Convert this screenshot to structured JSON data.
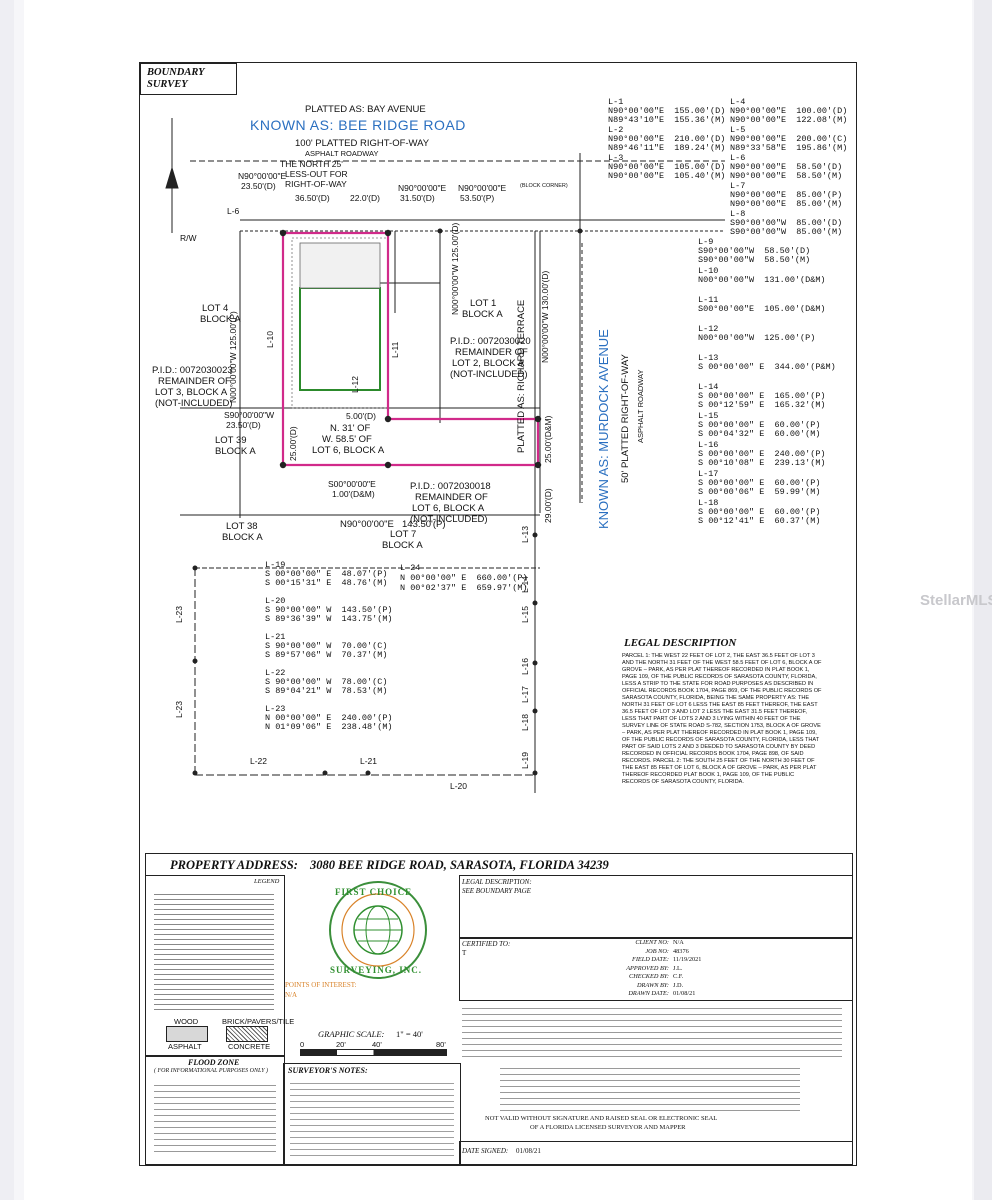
{
  "title_box": {
    "line1": "BOUNDARY",
    "line2": "SURVEY"
  },
  "road_top": {
    "platted": "PLATTED AS: BAY AVENUE",
    "known": "KNOWN AS: BEE RIDGE ROAD",
    "row": "100' PLATTED RIGHT-OF-WAY",
    "surface": "ASPHALT ROADWAY"
  },
  "road_right": {
    "platted": "PLATTED AS: RICHARD TERRACE",
    "known": "KNOWN AS: MURDOCK AVENUE",
    "row": "50' PLATTED RIGHT-OF-WAY",
    "surface": "ASPHALT ROADWAY"
  },
  "plan_labels": {
    "north25": "THE NORTH 25'",
    "lessout": "LESS-OUT FOR",
    "rowshort": "RIGHT-OF-WAY",
    "n90a": "N90°00'00\"E",
    "d2350": "23.50'(D)",
    "d3650": "36.50'(D)",
    "d2200": "22.0'(D)",
    "n90b": "N90°00'00\"E",
    "d3150": "31.50'(D)",
    "n90c": "N90°00'00\"E",
    "p5350": "53.50'(P)",
    "blockcorner": "(BLOCK CORNER)",
    "lot4": "LOT 4",
    "blocka1": "BLOCK A",
    "lot1": "LOT 1",
    "blocka2": "BLOCK A",
    "pid1": "P.I.D.: 0072030020",
    "rem2a": "REMAINDER OF",
    "rem2b": "LOT 2, BLOCK A",
    "rem2c": "(NOT-INCLUDED)",
    "pid2": "P.I.D.: 0072030023",
    "rem3a": "REMAINDER OF",
    "rem3b": "LOT 3, BLOCK A",
    "rem3c": "(NOT-INCLUDED)",
    "s90": "S90°00'00\"W",
    "d2350b": "23.50'(D)",
    "d500": "5.00'(D)",
    "n31a": "N. 31' OF",
    "n31b": "W. 58.5' OF",
    "n31c": "LOT 6, BLOCK A",
    "lot39": "LOT 39",
    "blocka3": "BLOCK A",
    "pid3": "P.I.D.: 0072030018",
    "rem6a": "REMAINDER OF",
    "rem6b": "LOT 6, BLOCK A",
    "rem6c": "(NOT-INCLUDED)",
    "s00": "S00°00'00\"E",
    "d100": "1.00'(D&M)",
    "lot38": "LOT 38",
    "blocka4": "BLOCK A",
    "n90d": "N90°00'00\"E",
    "p14350": "143.50'(P)",
    "lot7": "LOT 7",
    "blocka5": "BLOCK A",
    "v12500": "N00°00'00\"W 125.00'(P)",
    "v12500b": "N00°00'00\"W 125.00'(D)",
    "v13000": "N00°00'00\"W 130.00'(D)",
    "v2500": "25.00'(D)",
    "v2500b": "25.00'(D&M)",
    "v2900": "29.00'(D)",
    "l6": "L-6",
    "l10": "L-10",
    "l11": "L-11",
    "l12": "L-12",
    "l13": "L-13",
    "l14": "L-14",
    "l15": "L-15",
    "l16": "L-16",
    "l17": "L-17",
    "l18": "L-18",
    "l19": "L-19",
    "l20": "L-20",
    "l21": "L-21",
    "l22": "L-22",
    "l23a": "L-23",
    "l23b": "L-23",
    "rw": "R/W"
  },
  "courses_right": [
    [
      "L-1",
      "N90°00'00\"E  155.00'(D)",
      "N89°43'10\"E  155.36'(M)"
    ],
    [
      "L-2",
      "N90°00'00\"E  210.00'(D)",
      "N89°46'11\"E  189.24'(M)"
    ],
    [
      "L-3",
      "N90°00'00\"E  105.00'(D)",
      "N90°00'00\"E  105.40'(M)"
    ],
    [
      "L-4",
      "N90°00'00\"E  100.00'(D)",
      "N90°00'00\"E  122.08'(M)"
    ],
    [
      "L-5",
      "N90°00'00\"E  200.00'(C)",
      "N89°33'58\"E  195.86'(M)"
    ],
    [
      "L-6",
      "N90°00'00\"E  58.50'(D)",
      "N90°00'00\"E  58.50'(M)"
    ],
    [
      "L-7",
      "N90°00'00\"E  85.00'(P)",
      "N90°00'00\"E  85.00'(M)"
    ],
    [
      "L-8",
      "S90°00'00\"W  85.00'(D)",
      "S90°00'00\"W  85.00'(M)"
    ],
    [
      "L-9",
      "S90°00'00\"W  58.50'(D)",
      "S90°00'00\"W  58.50'(M)"
    ],
    [
      "L-10",
      "N00°00'00\"W  131.00'(D&M)",
      ""
    ],
    [
      "L-11",
      "S00°00'00\"E  105.00'(D&M)",
      ""
    ],
    [
      "L-12",
      "N00°00'00\"W  125.00'(P)",
      ""
    ],
    [
      "L-13",
      "S 00°00'00\" E  344.00'(P&M)",
      ""
    ],
    [
      "L-14",
      "S 00°00'00\" E  165.00'(P)",
      "S 00°12'59\" E  165.32'(M)"
    ],
    [
      "L-15",
      "S 00°00'00\" E  60.00'(P)",
      "S 00°04'32\" E  60.00'(M)"
    ],
    [
      "L-16",
      "S 00°00'00\" E  240.00'(P)",
      "S 00°10'08\" E  239.13'(M)"
    ],
    [
      "L-17",
      "S 00°00'00\" E  60.00'(P)",
      "S 00°00'06\" E  59.99'(M)"
    ],
    [
      "L-18",
      "S 00°00'00\" E  60.00'(P)",
      "S 00°12'41\" E  60.37'(M)"
    ]
  ],
  "courses_left": [
    [
      "L-19",
      "S 00°00'00\" E  48.07'(P)",
      "S 00°15'31\" E  48.76'(M)"
    ],
    [
      "L-20",
      "S 90°00'00\" W  143.50'(P)",
      "S 89°36'39\" W  143.75'(M)"
    ],
    [
      "L-21",
      "S 90°00'00\" W  70.00'(C)",
      "S 89°57'06\" W  70.37'(M)"
    ],
    [
      "L-22",
      "S 90°00'00\" W  78.00'(C)",
      "S 89°04'21\" W  78.53'(M)"
    ],
    [
      "L-23",
      "N 00°00'00\" E  240.00'(P)",
      "N 01°09'06\" E  238.48'(M)"
    ]
  ],
  "course_l24": [
    "L-24",
    "N 00°00'00\" E  660.00'(P)",
    "N 00°02'37\" E  659.97'(M)"
  ],
  "legal": {
    "heading": "LEGAL DESCRIPTION",
    "body": "PARCEL 1: THE WEST 22 FEET OF LOT 2, THE EAST 36.5 FEET OF LOT 3 AND THE NORTH 31 FEET OF THE WEST 58.5 FEET OF LOT 6, BLOCK A OF GROVE – PARK, AS PER PLAT THEREOF RECORDED IN PLAT BOOK 1, PAGE 109, OF THE PUBLIC RECORDS OF SARASOTA COUNTY, FLORIDA, LESS A STRIP TO THE STATE FOR ROAD PURPOSES AS DESCRIBED IN OFFICIAL RECORDS BOOK 1704, PAGE 869, OF THE PUBLIC RECORDS OF SARASOTA COUNTY, FLORIDA, BEING THE SAME PROPERTY AS: THE NORTH 31 FEET OF LOT 6 LESS THE EAST 85 FEET THEREOF, THE EAST 36.5 FEET OF LOT 3 AND LOT 2 LESS THE EAST 31.5 FEET THEREOF, LESS THAT PART OF LOTS 2 AND 3 LYING WITHIN 40 FEET OF THE SURVEY LINE OF STATE ROAD S-782, SECTION 1753, BLOCK A OF GROVE – PARK, AS PER PLAT THEREOF RECORDED IN PLAT BOOK 1, PAGE 109, OF THE PUBLIC RECORDS OF SARASOTA COUNTY, FLORIDA, LESS THAT PART OF SAID LOTS 2 AND 3 DEEDED TO SARASOTA COUNTY BY DEED RECORDED IN OFFICIAL RECORDS BOOK 1704, PAGE 898, OF SAID RECORDS. PARCEL 2: THE SOUTH 25 FEET OF THE NORTH 30 FEET OF THE EAST 85 FEET OF LOT 6, BLOCK A OF GROVE – PARK, AS PER PLAT THEREOF RECORDED PLAT BOOK 1, PAGE 109, OF THE PUBLIC RECORDS OF SARASOTA COUNTY, FLORIDA."
  },
  "address": {
    "label": "PROPERTY ADDRESS:",
    "value": "3080 BEE RIDGE ROAD, SARASOTA, FLORIDA 34239"
  },
  "legend": {
    "heading": "LEGEND",
    "asphalt": "ASPHALT",
    "concrete": "CONCRETE",
    "wood": "WOOD",
    "brick": "BRICK/PAVERS/TILE"
  },
  "logo": {
    "top": "FIRST CHOICE",
    "bottom": "SURVEYING, INC."
  },
  "poi": {
    "label": "POINTS OF INTEREST:",
    "value": "N/A"
  },
  "scale": {
    "label": "GRAPHIC SCALE:",
    "ratio": "1\" = 40'",
    "t0": "0",
    "t20": "20'",
    "t40": "40'",
    "t80": "80'"
  },
  "flood": {
    "heading": "FLOOD ZONE",
    "sub": "( FOR INFORMATIONAL PURPOSES ONLY )"
  },
  "notes": {
    "heading": "SURVEYOR'S NOTES:"
  },
  "legal_ref": {
    "label": "LEGAL DESCRIPTION:",
    "value": "SEE BOUNDARY PAGE"
  },
  "certified": {
    "label": "CERTIFIED TO:",
    "value": "T"
  },
  "info": [
    [
      "CLIENT NO:",
      "N/A"
    ],
    [
      "JOB NO:",
      "48376"
    ],
    [
      "FIELD DATE:",
      "11/19/2021"
    ],
    [
      "APPROVED BY:",
      "J.L."
    ],
    [
      "CHECKED BY:",
      "C.F."
    ],
    [
      "DRAWN BY:",
      "J.D."
    ],
    [
      "DRAWN DATE:",
      "01/08/21"
    ]
  ],
  "signed": {
    "label": "DATE SIGNED:",
    "value": "01/08/21"
  },
  "signoff": {
    "line1": "NOT VALID WITHOUT SIGNATURE AND RAISED SEAL OR ELECTRONIC SEAL",
    "line2": "OF A FLORIDA LICENSED SURVEYOR AND MAPPER"
  },
  "watermark": "StellarMLS"
}
